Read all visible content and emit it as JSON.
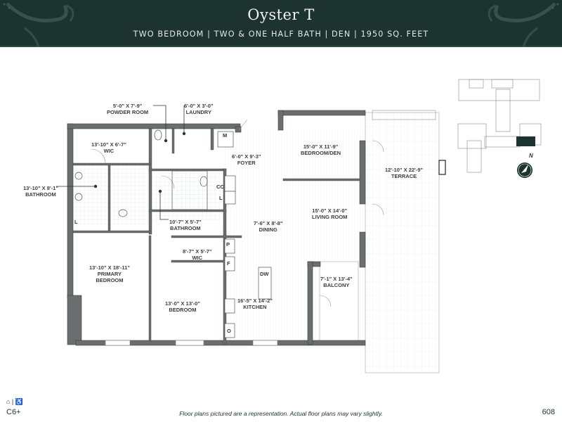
{
  "header": {
    "title": "Oyster T",
    "subtitle": "TWO BEDROOM | TWO & ONE HALF BATH | DEN | 1950 SQ. FEET",
    "background_color": "#1c3330"
  },
  "rooms": {
    "powder_room": {
      "dims": "5'-0\" X 7'-9\"",
      "name": "POWDER ROOM"
    },
    "laundry": {
      "dims": "6'-0\" X 3'-0\"",
      "name": "LAUNDRY"
    },
    "wic_primary": {
      "dims": "13'-10\" X 6'-7\"",
      "name": "WIC"
    },
    "foyer": {
      "dims": "6'-0\" X 9'-3\"",
      "name": "FOYER"
    },
    "bedroom_den": {
      "dims": "15'-0\" X 11'-9\"",
      "name": "BEDROOM/DEN"
    },
    "terrace": {
      "dims": "12'-10\" X 22'-9\"",
      "name": "TERRACE"
    },
    "primary_bathroom": {
      "dims": "13'-10\" X 8'-1\"",
      "name": "BATHROOM"
    },
    "bathroom_2": {
      "dims": "10'-7\" X 5'-7\"",
      "name": "BATHROOM"
    },
    "dining": {
      "dims": "7'-6\" X 8'-8\"",
      "name": "DINING"
    },
    "living_room": {
      "dims": "15'-0\" X 14'-0\"",
      "name": "LIVING ROOM"
    },
    "wic_2": {
      "dims": "8'-7\" X 5'-7\"",
      "name": "WIC"
    },
    "primary_bedroom": {
      "dims": "13'-10\" X 18'-11\"",
      "name": "PRIMARY",
      "name2": "BEDROOM"
    },
    "balcony": {
      "dims": "7'-1\" X 13'-4\"",
      "name": "BALCONY"
    },
    "bedroom_2": {
      "dims": "13'-0\" X 13'-0\"",
      "name": "BEDROOM"
    },
    "kitchen": {
      "dims": "16'-5\" X 14'-2\"",
      "name": "KITCHEN"
    }
  },
  "fixtures": {
    "mechanical": "M",
    "coat_closet": "CC",
    "linen": "L",
    "linen_primary": "L",
    "pantry": "P",
    "fridge": "F",
    "oven": "O",
    "dishwasher": "DW"
  },
  "keyplan": {
    "north_label": "N",
    "highlight_color": "#1c3330"
  },
  "footer": {
    "icons": "⌂ | ♿",
    "unit_code": "C6+",
    "disclaimer": "Floor plans pictured are a representation. Actual floor plans may vary slightly.",
    "page_number": "608"
  }
}
